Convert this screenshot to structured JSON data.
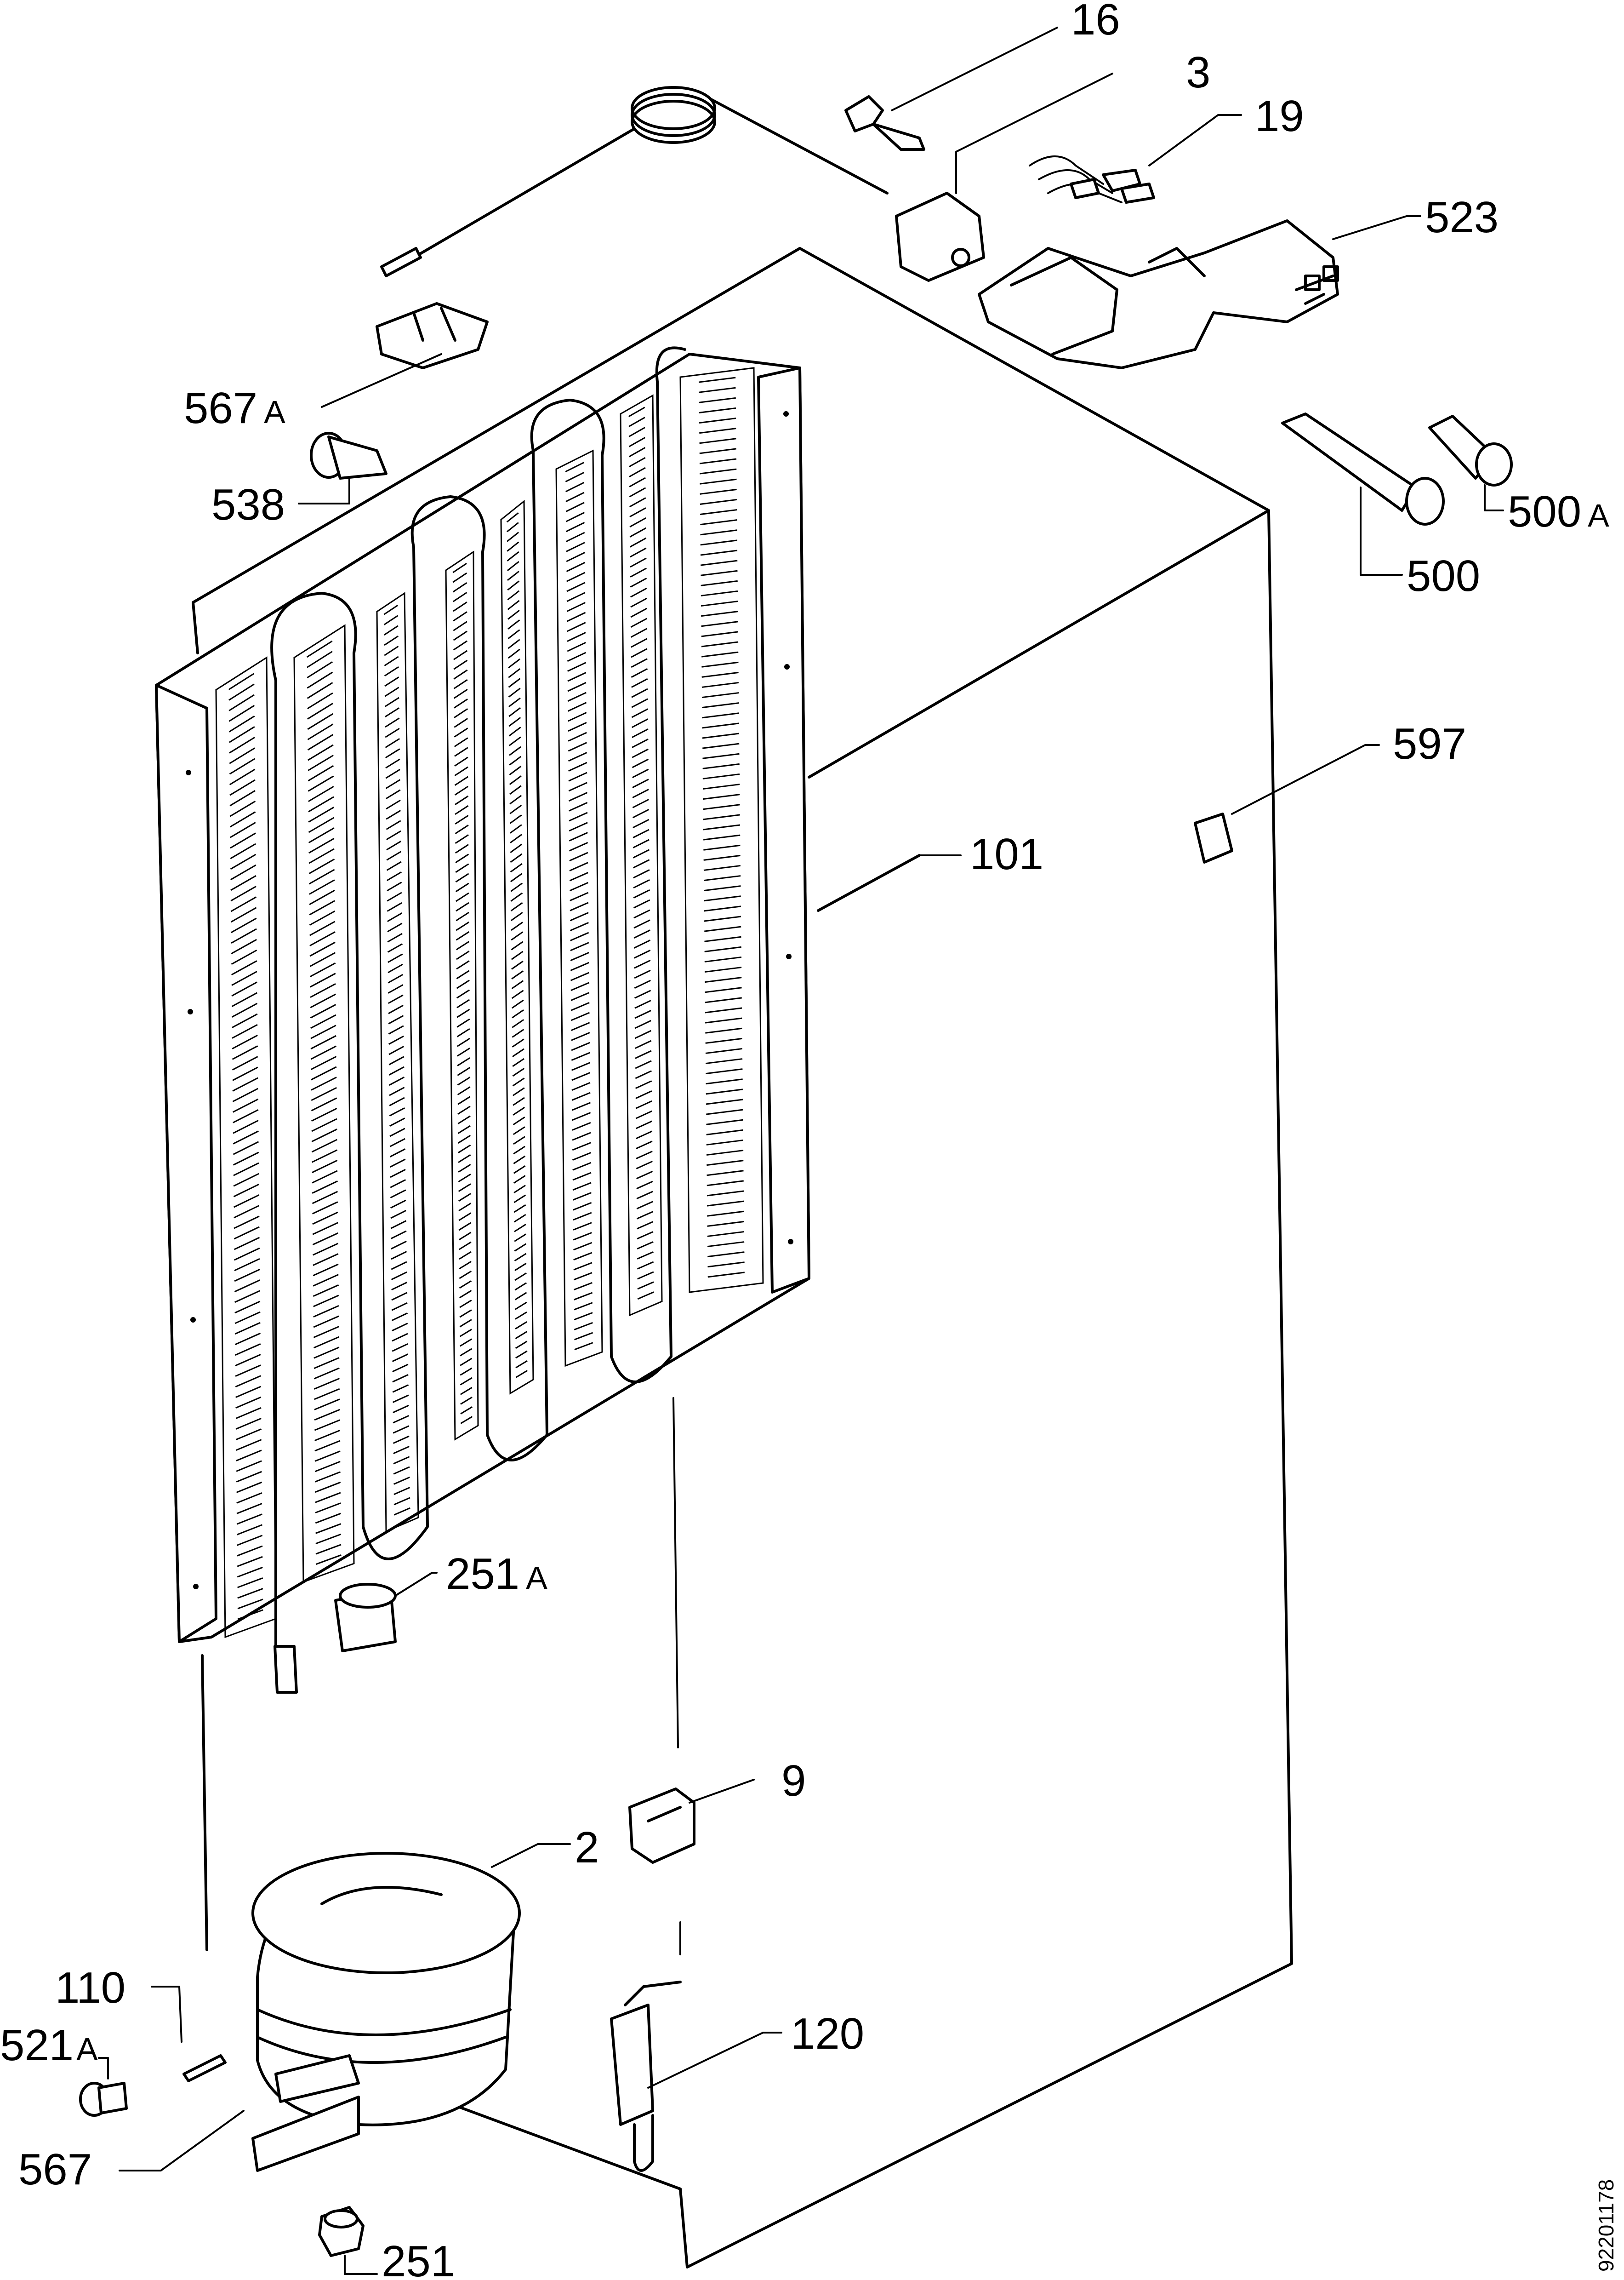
{
  "drawing_number": "92201178",
  "parts": [
    {
      "id": "p16",
      "label": "16"
    },
    {
      "id": "p3",
      "label": "3"
    },
    {
      "id": "p19",
      "label": "19"
    },
    {
      "id": "p523",
      "label": "523"
    },
    {
      "id": "p567A",
      "label": "567",
      "suffix": "A"
    },
    {
      "id": "p538",
      "label": "538"
    },
    {
      "id": "p500A",
      "label": "500",
      "suffix": "A"
    },
    {
      "id": "p500",
      "label": "500"
    },
    {
      "id": "p597",
      "label": "597"
    },
    {
      "id": "p101",
      "label": "101"
    },
    {
      "id": "p251A",
      "label": "251",
      "suffix": "A"
    },
    {
      "id": "p9",
      "label": "9"
    },
    {
      "id": "p2",
      "label": "2"
    },
    {
      "id": "p110",
      "label": "110"
    },
    {
      "id": "p521A",
      "label": "521",
      "suffix": "A"
    },
    {
      "id": "p120",
      "label": "120"
    },
    {
      "id": "p567",
      "label": "567"
    },
    {
      "id": "p251",
      "label": "251"
    }
  ]
}
